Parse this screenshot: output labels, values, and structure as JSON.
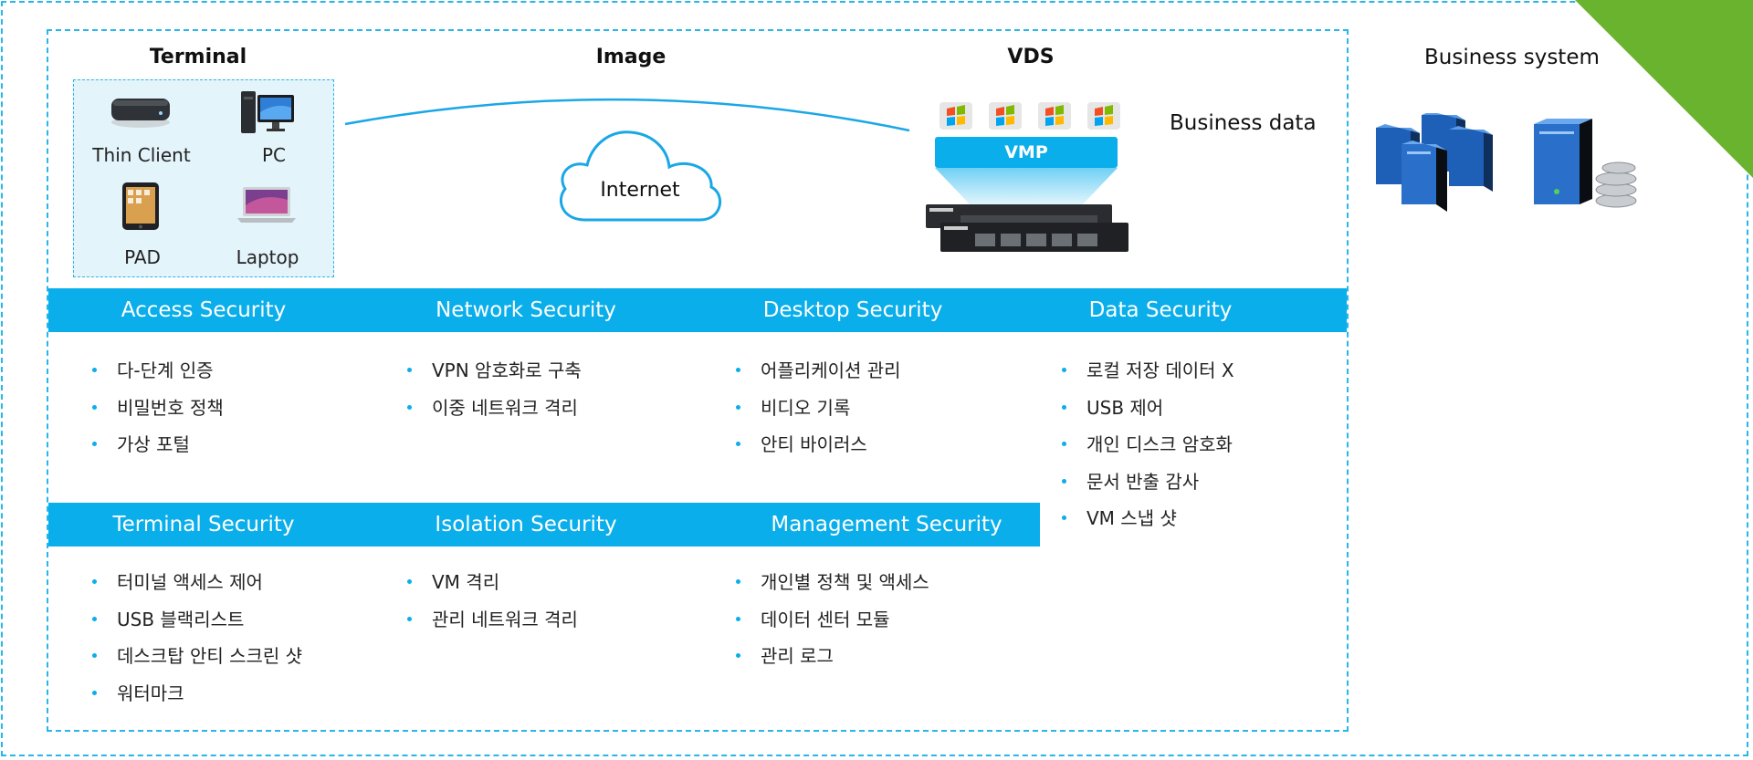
{
  "terminal": {
    "heading": "Terminal",
    "devices": [
      {
        "label": "Thin Client",
        "icon": "thin-client-icon"
      },
      {
        "label": "PC",
        "icon": "desktop-pc-icon"
      },
      {
        "label": "PAD",
        "icon": "tablet-icon"
      },
      {
        "label": "Laptop",
        "icon": "laptop-icon"
      }
    ]
  },
  "image": {
    "heading": "Image",
    "cloud_label": "Internet"
  },
  "vds": {
    "heading": "VDS",
    "vmp_label": "VMP",
    "business_data_label": "Business data"
  },
  "business_system": {
    "heading": "Business system"
  },
  "security": {
    "row1": [
      {
        "title": "Access Security",
        "items": [
          "다-단계 인증",
          "비밀번호 정책",
          "가상 포털"
        ]
      },
      {
        "title": "Network Security",
        "items": [
          "VPN 암호화로 구축",
          "이중 네트워크 격리"
        ]
      },
      {
        "title": "Desktop Security",
        "items": [
          "어플리케이션 관리",
          "비디오 기록",
          "안티 바이러스"
        ]
      },
      {
        "title": "Data Security",
        "items": [
          "로컬 저장 데이터 X",
          "USB 제어",
          "개인 디스크 암호화",
          "문서 반출 감사",
          "VM 스냅 샷"
        ]
      }
    ],
    "row2": [
      {
        "title": "Terminal Security",
        "items": [
          "터미널 액세스 제어",
          "USB 블랙리스트",
          "데스크탑 안티 스크린 샷",
          "워터마크"
        ]
      },
      {
        "title": "Isolation Security",
        "items": [
          "VM 격리",
          "관리 네트워크 격리"
        ]
      },
      {
        "title": "Management Security",
        "items": [
          "개인별 정책 및 액세스",
          "데이터 센터 모듈",
          "관리 로그"
        ]
      }
    ]
  },
  "colors": {
    "accent": "#0aaeea",
    "dashed_border": "#29b6e8",
    "corner_green": "#6ab32f",
    "terminal_bg": "#e4f4fb"
  }
}
